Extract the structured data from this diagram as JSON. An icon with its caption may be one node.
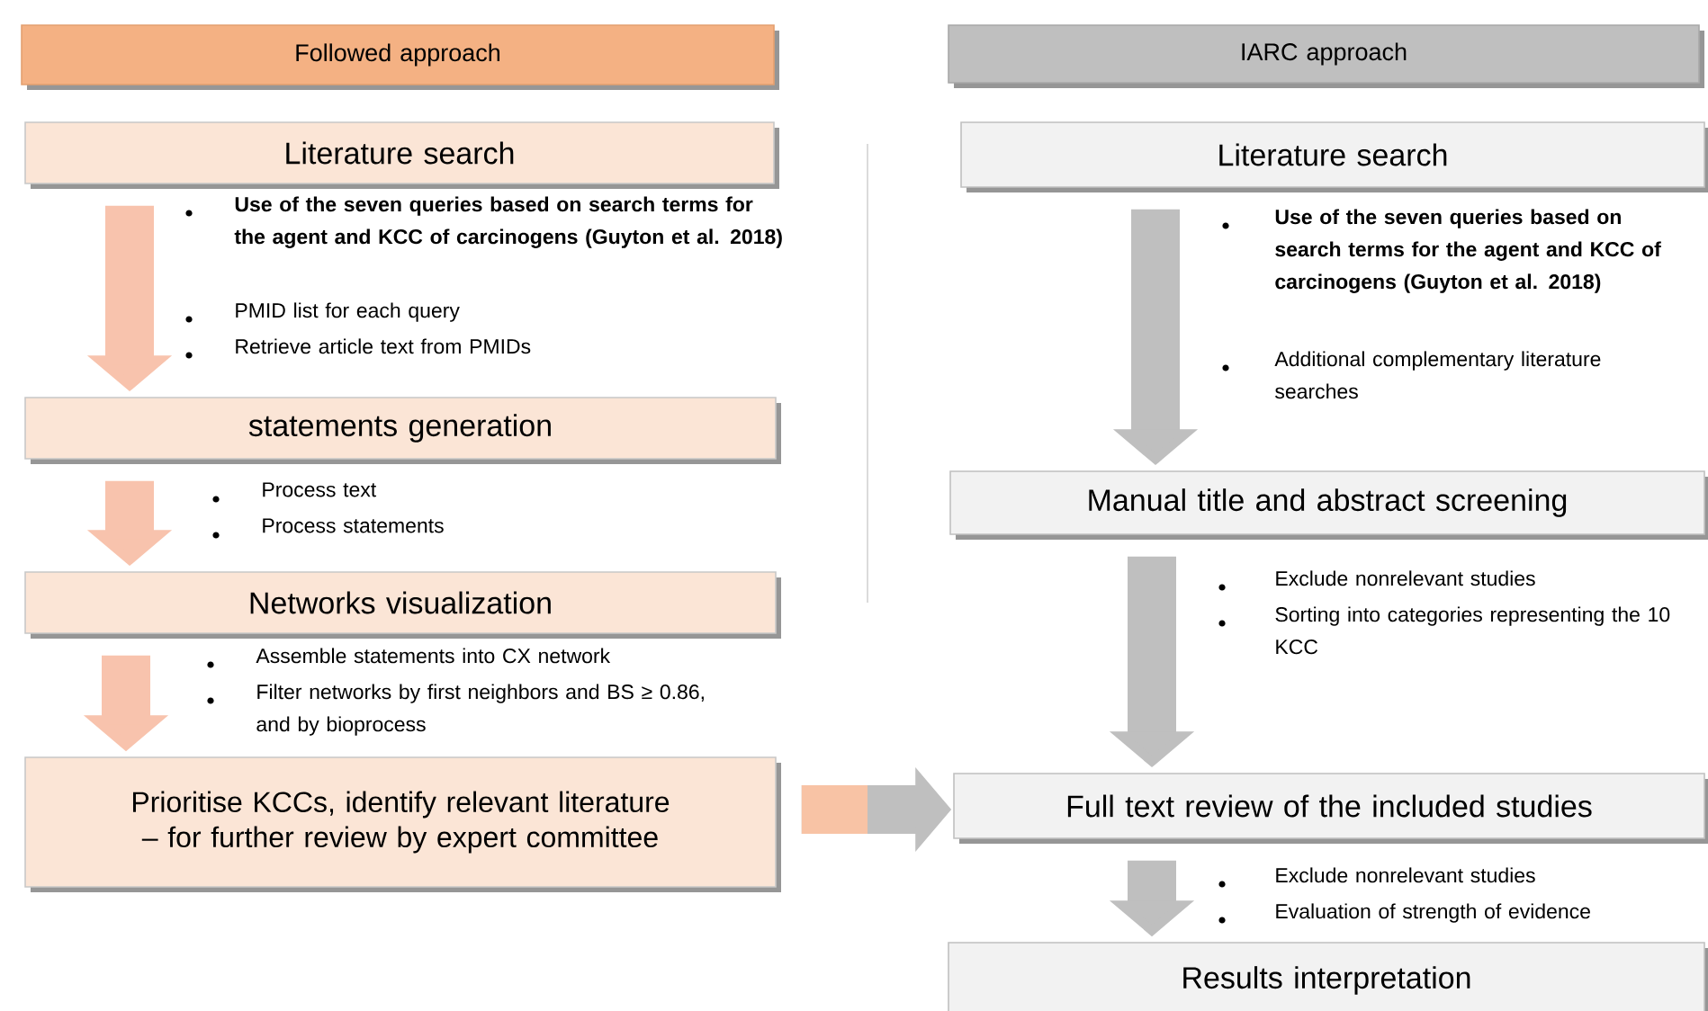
{
  "diagram": {
    "nodes": [
      {
        "text": [
          "Followed approach"
        ]
      },
      {
        "text": [
          "IARC approach"
        ]
      },
      {
        "text": [
          "Literature search"
        ]
      },
      {
        "text": [
          "statements generation"
        ]
      },
      {
        "text": [
          "Networks visualization"
        ]
      },
      {
        "text": [
          "Prioritise KCCs, identify relevant literature – for further review by expert committee"
        ]
      },
      {
        "text": [
          "Literature search"
        ]
      },
      {
        "text": [
          "Manual title and abstract screening"
        ]
      },
      {
        "text": [
          "Full text review of the included studies"
        ]
      },
      {
        "text": [
          "Results interpretation"
        ]
      }
    ],
    "edges": [
      {
        "from": 2,
        "to": 3,
        "arrow": "to",
        "color": "#f8c3ad"
      },
      {
        "from": 3,
        "to": 4,
        "arrow": "to",
        "color": "#f8c3ad"
      },
      {
        "from": 4,
        "to": 5,
        "arrow": "to",
        "color": "#f8c3ad"
      },
      {
        "from": 5,
        "to": 8,
        "arrow": "to",
        "color": "#bfbfbf"
      },
      {
        "from": 6,
        "to": 7,
        "arrow": "to",
        "color": "#bfbfbf"
      },
      {
        "from": 7,
        "to": 8,
        "arrow": "to",
        "color": "#bfbfbf"
      },
      {
        "from": 8,
        "to": 9,
        "arrow": "to",
        "color": "#bfbfbf"
      }
    ],
    "labels": [
      "Use of the seven queries based on search terms for the agent and KCC of carcinogens (Guyton et al. 2018)",
      "PMID list for each query",
      "Retrieve article text from PMIDs",
      "Process text",
      "Process statements",
      "Assemble statements into CX network",
      "Filter networks by first neighbors and BS ≥ 0.86, and by bioprocess",
      "Use of the seven queries based on search terms for the agent and KCC of carcinogens (Guyton et al. 2018)",
      "Additional complementary literature searches",
      "Exclude nonrelevant studies",
      "Sorting into categories representing the 10 KCC",
      "Exclude nonrelevant studies",
      "Evaluation of strength of evidence"
    ]
  }
}
